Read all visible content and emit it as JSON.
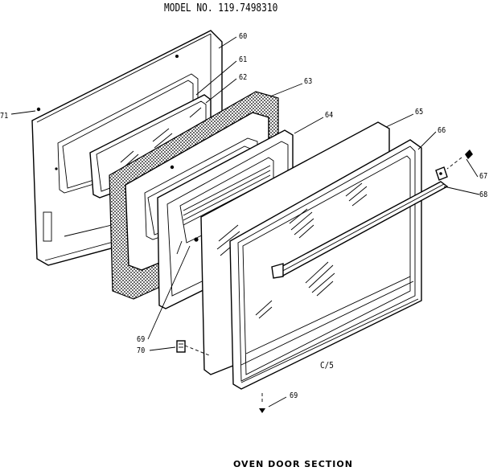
{
  "title": "MODEL NO. 119.7498310",
  "caption": "OVEN DOOR SECTION",
  "note": "C/5",
  "callouts": {
    "c60": "60",
    "c61": "61",
    "c62": "62",
    "c63": "63",
    "c64": "64",
    "c65": "65",
    "c66": "66",
    "c67": "67",
    "c68": "68",
    "c69a": "69",
    "c69b": "69",
    "c70": "70",
    "c71": "71"
  }
}
